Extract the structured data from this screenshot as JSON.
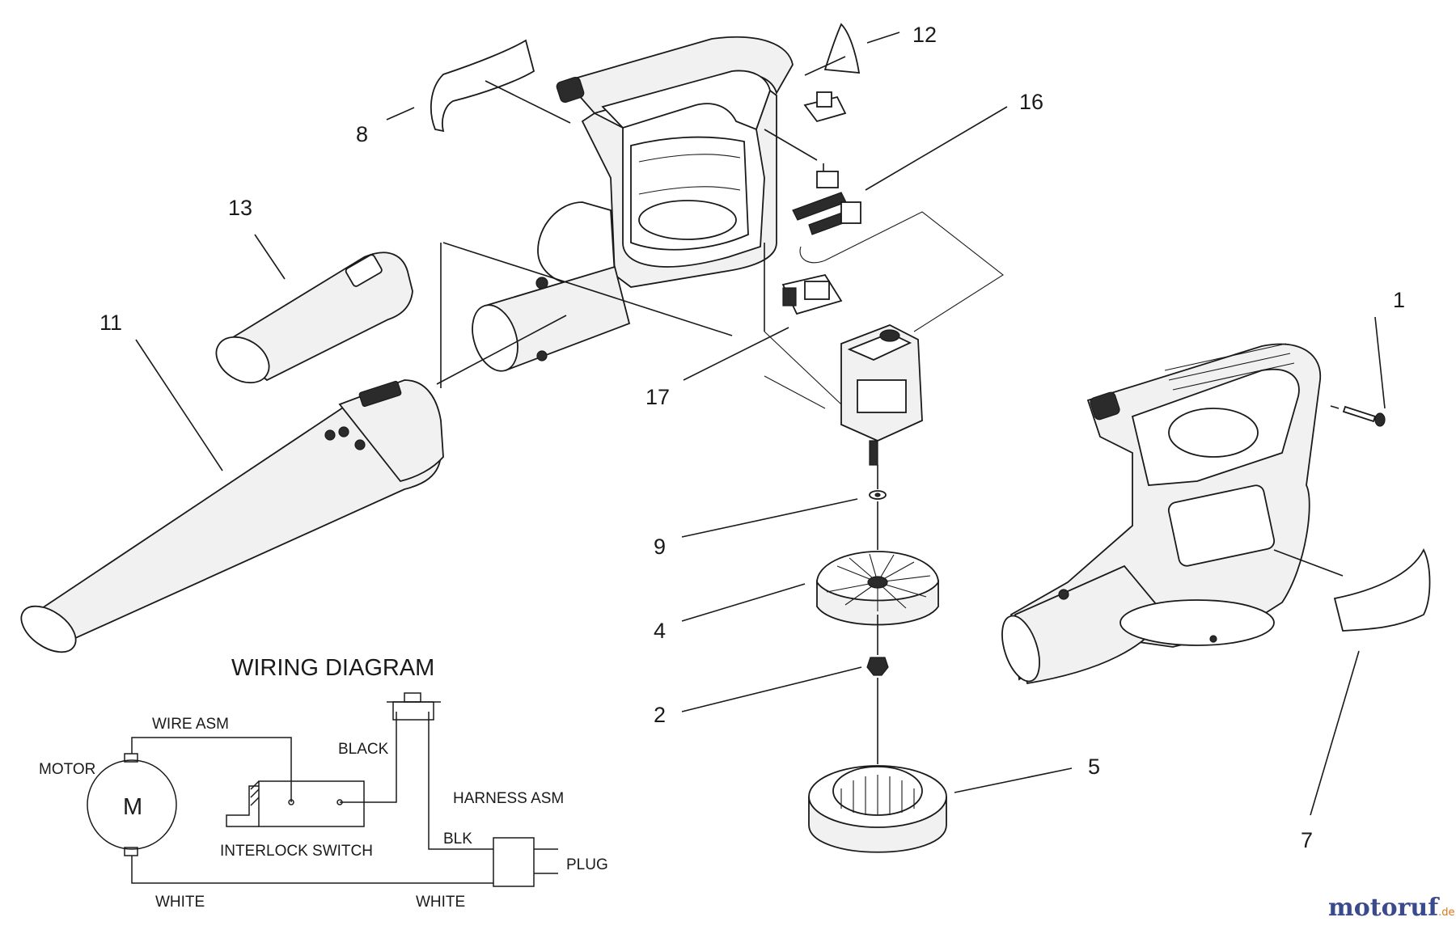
{
  "callouts": {
    "c1": "1",
    "c2": "2",
    "c4": "4",
    "c5": "5",
    "c7": "7",
    "c8": "8",
    "c9": "9",
    "c11": "11",
    "c12": "12",
    "c13": "13",
    "c16": "16",
    "c17": "17"
  },
  "wiring": {
    "title": "WIRING DIAGRAM",
    "motor_label": "MOTOR",
    "motor_symbol": "M",
    "wire_asm": "WIRE ASM",
    "black": "BLACK",
    "harness_asm": "HARNESS ASM",
    "interlock_switch": "INTERLOCK SWITCH",
    "blk": "BLK",
    "plug": "PLUG",
    "white_left": "WHITE",
    "white_right": "WHITE"
  },
  "watermark": {
    "brand": "motoruf",
    "tld": ".de"
  },
  "colors": {
    "ink": "#1a1a1a",
    "watermark_blue": "#3a4a8c",
    "watermark_orange": "#d87a1e"
  }
}
